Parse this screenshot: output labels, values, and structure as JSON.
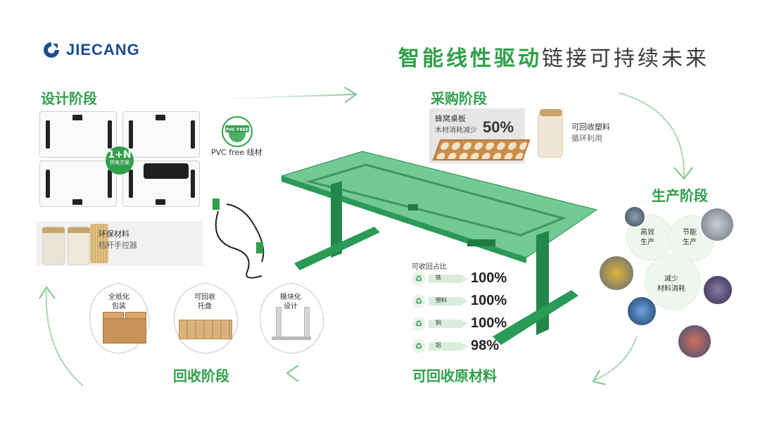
{
  "brand": {
    "logo_text": "JIECANG",
    "brand_color": "#1a4d8f"
  },
  "headline": {
    "highlight": "智能线性驱动",
    "rest": "链接可持续未来",
    "accent_color": "#2fa04a"
  },
  "stages": {
    "design": "设计阶段",
    "procurement": "采购阶段",
    "production": "生产阶段",
    "raw_materials": "可回收原材料",
    "recycling": "回收阶段"
  },
  "design": {
    "badge_main": "1+N",
    "badge_sub": "供电方案",
    "pvc_badge_text": "PVC FREE",
    "pvc_label": "PVC free 线材",
    "materials_title": "环保材料",
    "materials_sub": "秸秆手控器"
  },
  "procurement": {
    "honeycomb_title": "蜂窝桌板",
    "honeycomb_sub": "木材消耗减少",
    "honeycomb_value": "50%",
    "plastic_title": "可回收塑料",
    "plastic_sub": "循环利用"
  },
  "production": {
    "efficient": [
      "高效",
      "生产"
    ],
    "energy": [
      "节能",
      "生产"
    ],
    "reduce": [
      "减少",
      "材料消耗"
    ]
  },
  "recyclable": {
    "title": "可收回占比",
    "rows": [
      {
        "material": "铁",
        "percent": "100%"
      },
      {
        "material": "塑料",
        "percent": "100%"
      },
      {
        "material": "铜",
        "percent": "100%"
      },
      {
        "material": "铝",
        "percent": "98%"
      }
    ]
  },
  "recycling": {
    "items": [
      {
        "line1": "全纸化",
        "line2": "包装"
      },
      {
        "line1": "可回收",
        "line2": "托盘"
      },
      {
        "line1": "模块化",
        "line2": "设计"
      }
    ]
  }
}
